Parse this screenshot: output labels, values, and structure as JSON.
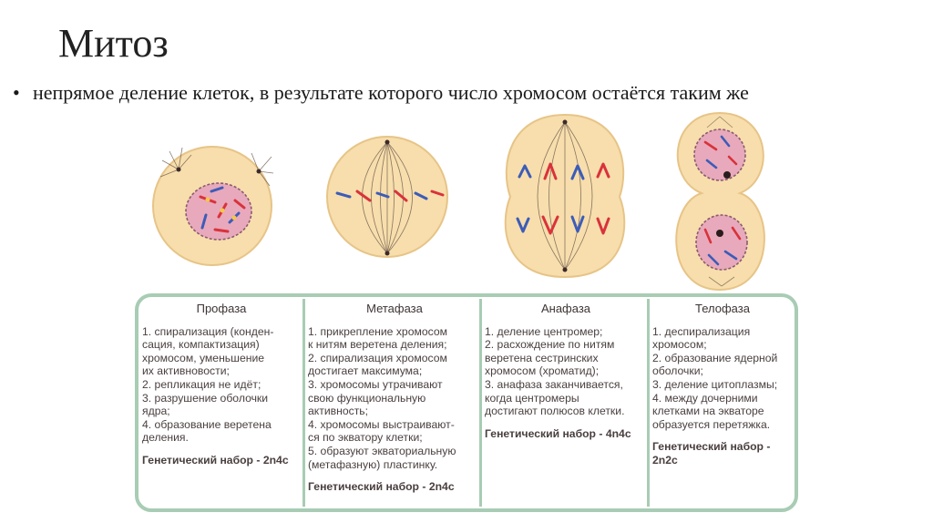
{
  "slide": {
    "title": "Митоз",
    "bullet": "непрямое деление клеток, в результате которого число хромосом остаётся таким же"
  },
  "table": {
    "columns": [
      {
        "header": "Профаза",
        "body": "1. спирализация (конден-\nсация, компактизация)\nхромосом, уменьшение\nих  активновости;\n2. репликация не идёт;\n3. разрушение оболочки\nядра;\n4. образование веретена\nделения.",
        "genetic": "Генетический набор - 2n4c"
      },
      {
        "header": "Метафаза",
        "body": "1. прикрепление хромосом\nк нитям веретена деления;\n2. спирализация хромосом\nдостигает максимума;\n3. хромосомы утрачивают\nсвою функциональную\nактивность;\n4. хромосомы выстраивают-\nся по экватору клетки;\n5. образуют экваториальную\n(метафазную) пластинку.",
        "genetic": "Генетический набор - 2n4c"
      },
      {
        "header": "Анафаза",
        "body": "1. деление центромер;\n2. расхождение по нитям\nверетена сестринских\nхромосом (хроматид);\n3. анафаза заканчивается,\nкогда центромеры\nдостигают полюсов клетки.",
        "genetic": "Генетический набор - 4n4c"
      },
      {
        "header": "Телофаза",
        "body": "1. деспирализация\nхромосом;\n2. образование ядерной\nоболочки;\n3. деление цитоплазмы;\n4. между дочерними\nклетками на экваторе\nобразуется перетяжка.",
        "genetic": "Генетический набор -\n2n2c"
      }
    ]
  },
  "colors": {
    "cell_fill": "#f7deac",
    "cell_edge": "#e7c487",
    "nucleus_fill": "#e8a9bc",
    "nucleus_edge": "#8a5a6e",
    "chromosome_red": "#d9323b",
    "chromosome_blue": "#3c5cb8",
    "chromosome_yellow": "#f3c84a",
    "table_border": "#a8ccb4"
  }
}
